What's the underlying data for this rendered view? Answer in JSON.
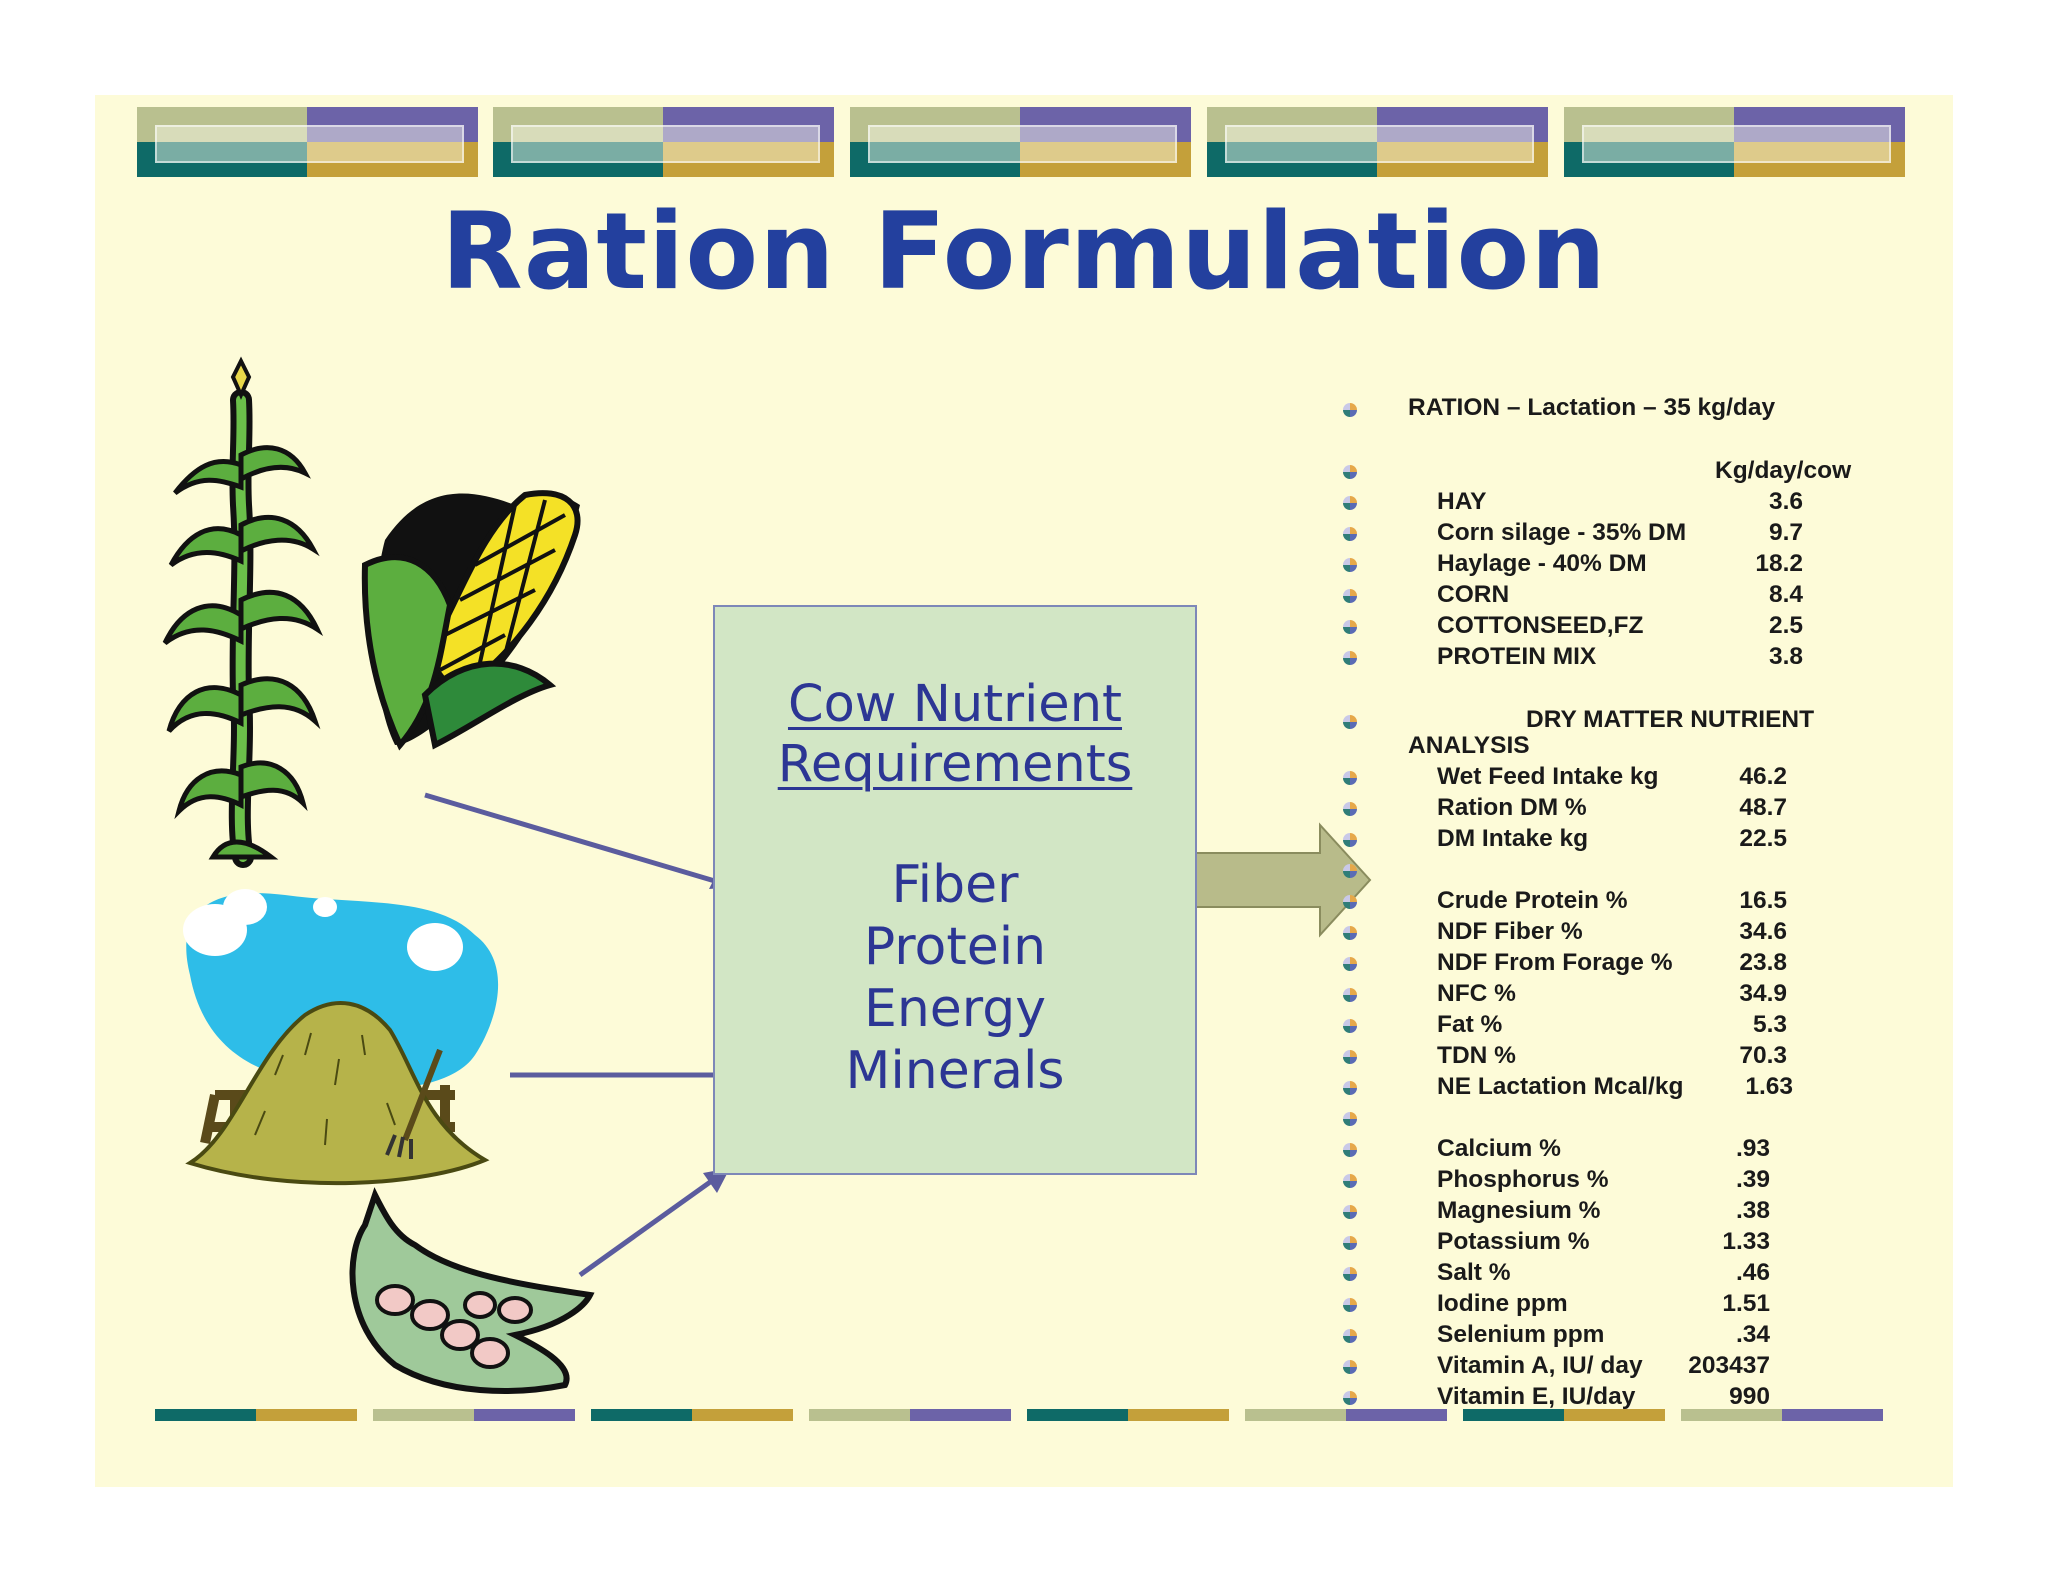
{
  "slide": {
    "title": "Ration Formulation",
    "colors": {
      "background": "#fdfbd8",
      "title": "#23409e",
      "box": "#d2e6c5",
      "arrow": "#5b5c9e",
      "big_arrow": "#b8bb8a",
      "teal": "#0e6a67",
      "gold": "#c4a03a",
      "sage": "#b9c08f",
      "purple": "#6c63a8"
    }
  },
  "illustrations": {
    "items": [
      "corn-stalk",
      "corn-cob",
      "haystack",
      "soybean-pod"
    ]
  },
  "requirements": {
    "heading_line1": "Cow Nutrient",
    "heading_line2": " Requirements",
    "items": [
      "Fiber",
      "Protein",
      "Energy",
      "Minerals"
    ]
  },
  "ration": {
    "title": "RATION – Lactation – 35 kg/day",
    "unit_header": "Kg/day/cow",
    "feeds": [
      {
        "name": "HAY",
        "value": "3.6"
      },
      {
        "name": "Corn silage - 35% DM",
        "value": "9.7"
      },
      {
        "name": "Haylage - 40% DM",
        "value": "18.2"
      },
      {
        "name": "CORN",
        "value": "8.4"
      },
      {
        "name": "COTTONSEED,FZ",
        "value": "2.5"
      },
      {
        "name": "PROTEIN MIX",
        "value": "3.8"
      }
    ],
    "analysis_title_line1": "DRY MATTER NUTRIENT",
    "analysis_title_line2": "ANALYSIS",
    "intake": [
      {
        "name": "Wet Feed Intake   kg",
        "value": "46.2"
      },
      {
        "name": "Ration DM  %",
        "value": "48.7"
      },
      {
        "name": "DM Intake kg",
        "value": "22.5"
      }
    ],
    "nutrients": [
      {
        "name": "Crude Protein %",
        "value": "16.5"
      },
      {
        "name": "NDF Fiber %",
        "value": "34.6"
      },
      {
        "name": "NDF From Forage %",
        "value": "23.8"
      },
      {
        "name": "NFC %",
        "value": "34.9"
      },
      {
        "name": "Fat %",
        "value": "5.3"
      },
      {
        "name": "TDN %",
        "value": "70.3"
      },
      {
        "name": "NE Lactation Mcal/kg",
        "value": "1.63"
      }
    ],
    "minerals": [
      {
        "name": "Calcium %",
        "value": ".93"
      },
      {
        "name": "Phosphorus %",
        "value": ".39"
      },
      {
        "name": "Magnesium %",
        "value": ".38"
      },
      {
        "name": "Potassium %",
        "value": "1.33"
      },
      {
        "name": "Salt %",
        "value": ".46"
      },
      {
        "name": "Iodine ppm",
        "value": "1.51"
      },
      {
        "name": "Selenium ppm",
        "value": ".34"
      },
      {
        "name": "Vitamin A, IU/ day",
        "value": "203437"
      },
      {
        "name": "Vitamin E, IU/day",
        "value": "990"
      }
    ]
  }
}
